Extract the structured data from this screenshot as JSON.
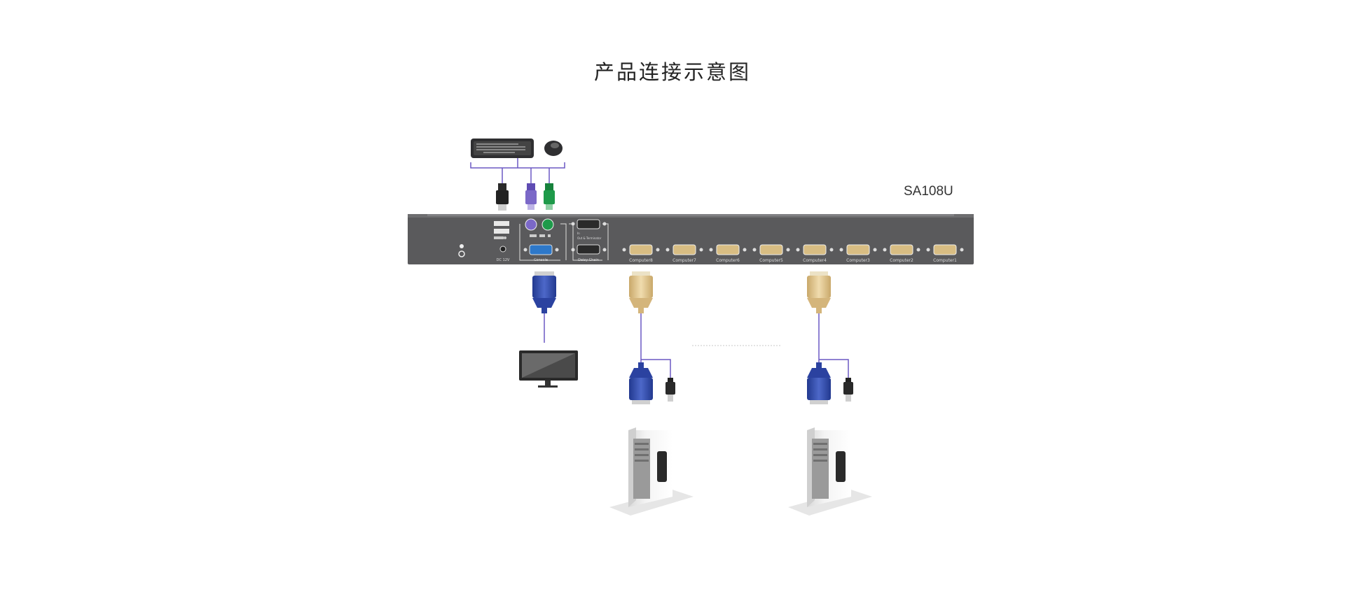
{
  "title": "产品连接示意图",
  "model": "SA108U",
  "panel": {
    "power_label": "DC 12V",
    "console_label": "Console",
    "daisy_label": "Daisy-Chain",
    "in_label": "In",
    "out_label": "Out & Terminator",
    "ports": [
      "Computer8",
      "Computer7",
      "Computer6",
      "Computer5",
      "Computer4",
      "Computer3",
      "Computer2",
      "Computer1"
    ]
  },
  "icons": {
    "keyboard": "keyboard-icon",
    "mouse": "mouse-icon",
    "monitor": "monitor-icon",
    "computer": "computer-tower-icon"
  },
  "colors": {
    "panel": "#5a5a5c",
    "cable_purple": "#6b58c4",
    "vga_blue": "#2d46a6",
    "vga_gold": "#d8bd83",
    "ps2_purple": "#7b68c8",
    "ps2_green": "#1e9a4a"
  }
}
